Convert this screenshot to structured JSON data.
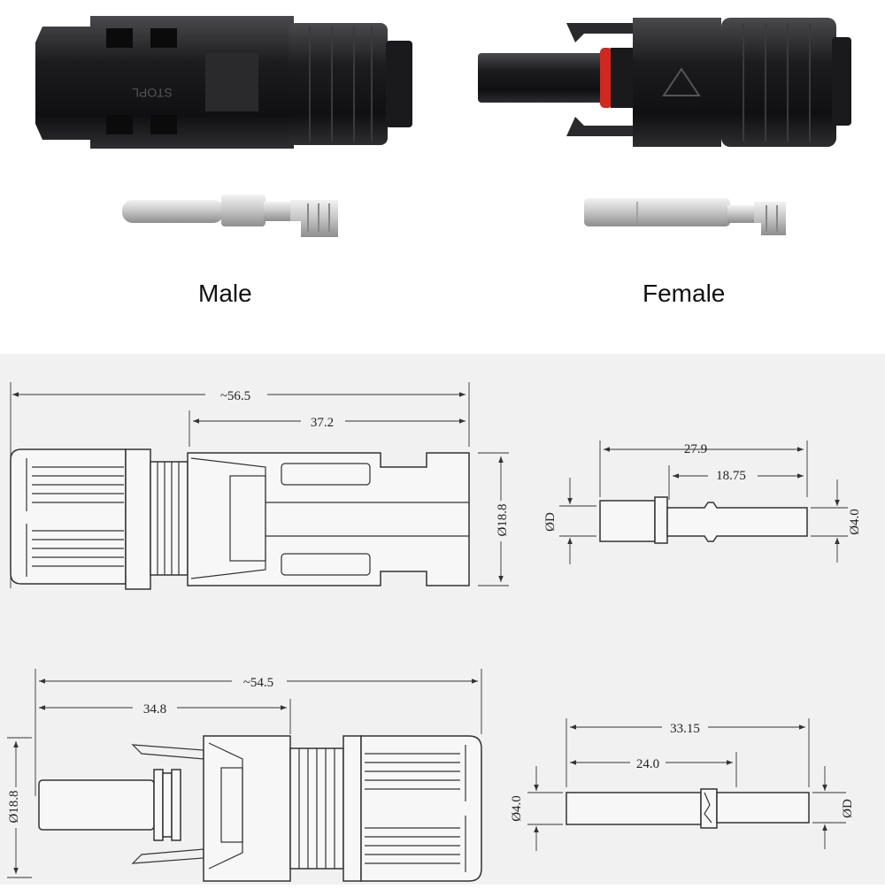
{
  "labels": {
    "male": "Male",
    "female": "Female"
  },
  "photo": {
    "male_housing_text": "STOPL"
  },
  "dimensions": {
    "male_overall": "~56.5",
    "male_nut": "37.2",
    "male_diameter": "Ø18.8",
    "male_pin_overall": "27.9",
    "male_pin_shaft": "18.75",
    "male_pin_d": "ØD",
    "male_pin_dia": "Ø4.0",
    "female_overall": "~54.5",
    "female_body": "34.8",
    "female_diameter": "Ø18.8",
    "female_pin_overall": "33.15",
    "female_pin_sleeve": "24.0",
    "female_pin_dia": "Ø4.0",
    "female_pin_d": "ØD"
  },
  "colors": {
    "housing": "#1c1c1e",
    "seal_ring": "#d0281e",
    "drawing_bg": "#f1f1f1",
    "metal": "#c9c9c9"
  }
}
